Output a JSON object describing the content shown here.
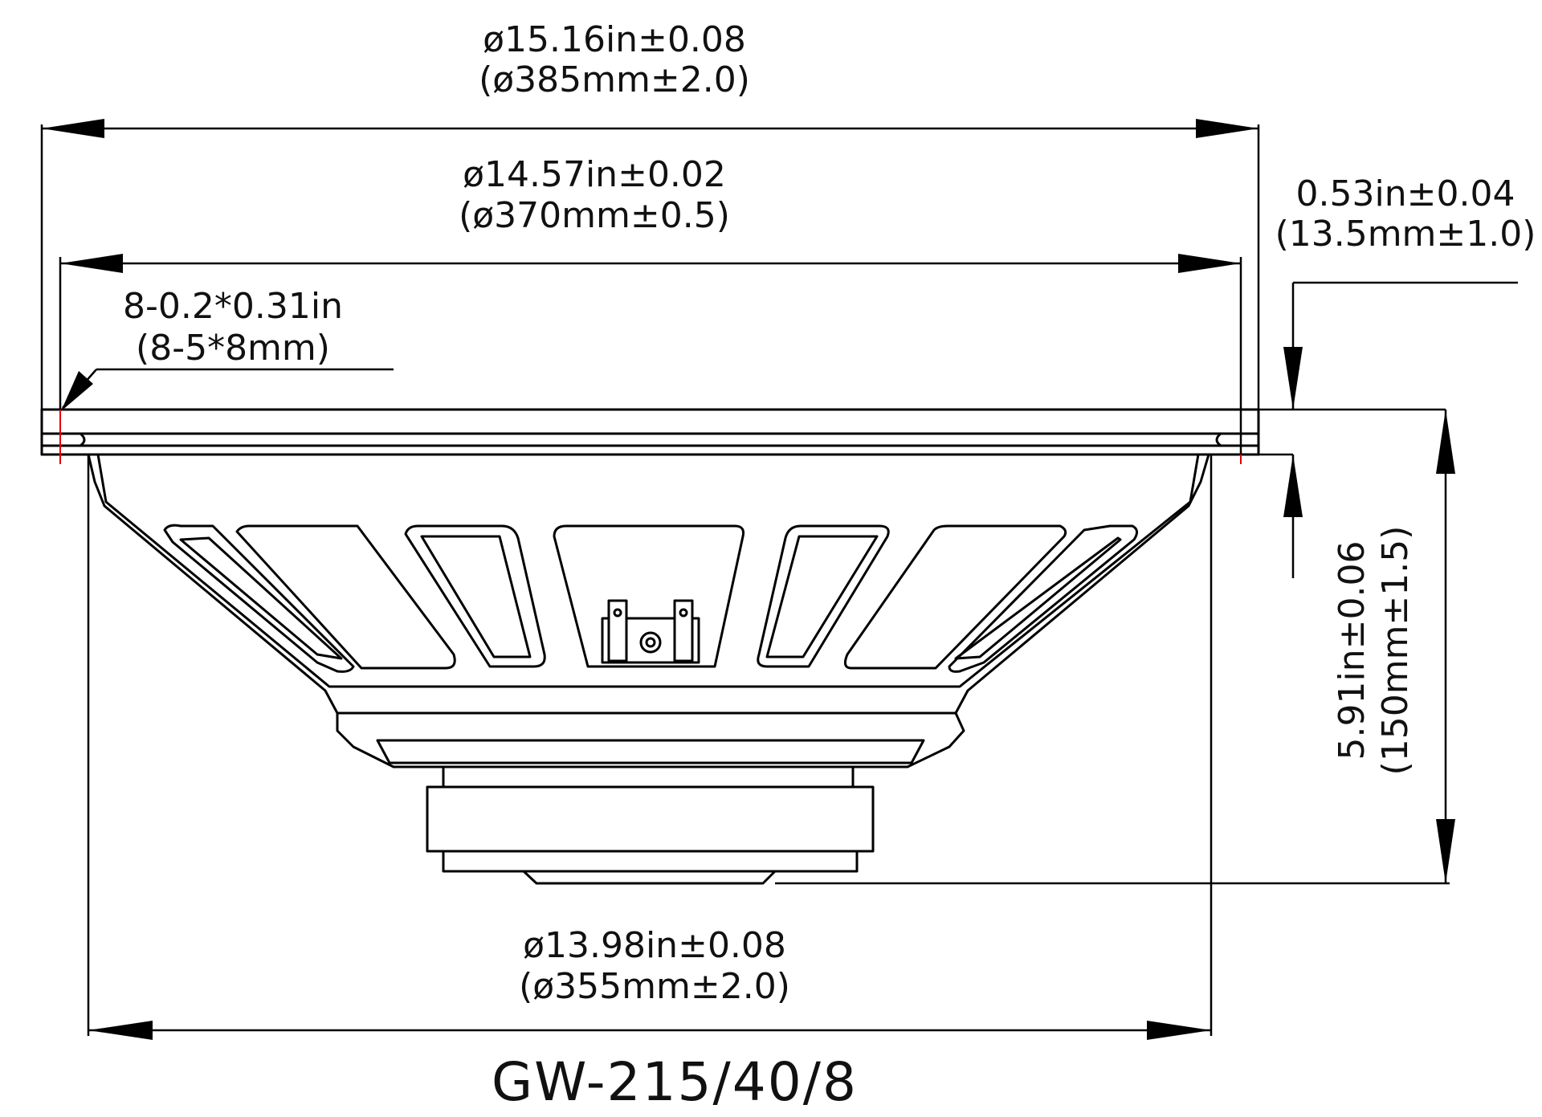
{
  "drawing": {
    "model": "GW-215/40/8",
    "dimensions": {
      "overall_diameter": {
        "in": "ø15.16in±0.08",
        "mm": "(ø385mm±2.0)"
      },
      "mounting_diameter": {
        "in": "ø14.57in±0.02",
        "mm": "(ø370mm±0.5)"
      },
      "basket_diameter": {
        "in": "ø13.98in±0.08",
        "mm": "(ø355mm±2.0)"
      },
      "flange_thickness": {
        "in": "0.53in±0.04",
        "mm": "(13.5mm±1.0)"
      },
      "mounting_holes": {
        "in": "8-0.2*0.31in",
        "mm": "(8-5*8mm)"
      },
      "mounting_depth": {
        "in": "5.91in±0.06",
        "mm": "(150mm±1.5)"
      }
    },
    "colors": {
      "line": "#000000",
      "hole_centerline": "#e00000",
      "background": "#ffffff"
    }
  }
}
